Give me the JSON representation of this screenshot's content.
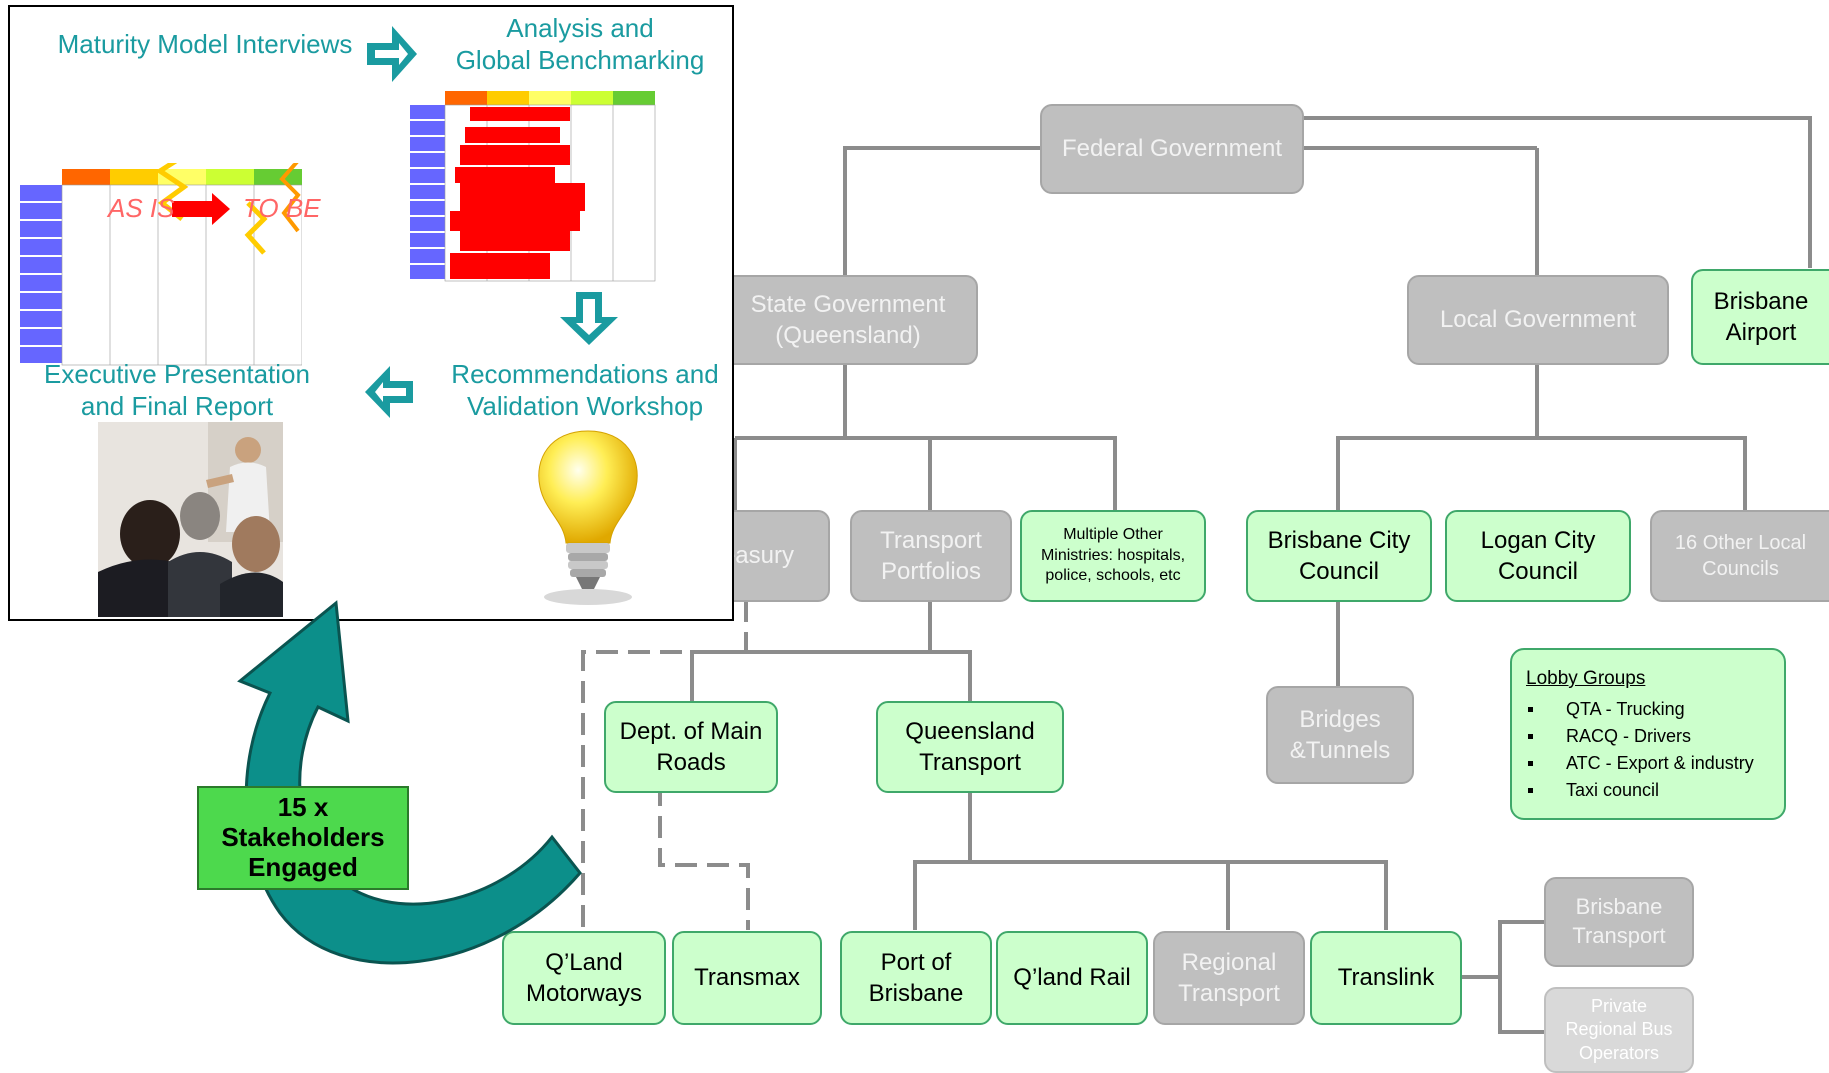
{
  "org_chart": {
    "federal": "Federal Government",
    "state": [
      "State Government",
      "(Queensland)"
    ],
    "local": "Local Government",
    "brisbane_airport": [
      "Brisbane",
      "Airport"
    ],
    "treasury": "easury",
    "transport_portfolios": [
      "Transport",
      "Portfolios"
    ],
    "other_ministries": [
      "Multiple Other",
      "Ministries: hospitals,",
      "police, schools, etc"
    ],
    "bcc": [
      "Brisbane City",
      "Council"
    ],
    "logan": [
      "Logan City",
      "Council"
    ],
    "other_councils": [
      "16 Other Local",
      "Councils"
    ],
    "bridges": [
      "Bridges",
      "&Tunnels"
    ],
    "dmr": [
      "Dept. of Main",
      "Roads"
    ],
    "qt": [
      "Queensland",
      "Transport"
    ],
    "qland_motorways": [
      "Q’Land",
      "Motorways"
    ],
    "transmax": "Transmax",
    "port": [
      "Port of",
      "Brisbane"
    ],
    "qrail": "Q’land Rail",
    "regional_transport": [
      "Regional",
      "Transport"
    ],
    "translink": "Translink",
    "brisbane_transport": [
      "Brisbane",
      "Transport"
    ],
    "private_bus": [
      "Private",
      "Regional Bus",
      "Operators"
    ]
  },
  "lobby": {
    "title": "Lobby Groups",
    "items": [
      "QTA - Trucking",
      "RACQ - Drivers",
      "ATC  - Export & industry",
      "Taxi council"
    ]
  },
  "process": {
    "step1": "Maturity Model Interviews",
    "step2": [
      "Analysis and",
      "Global Benchmarking"
    ],
    "step3": [
      "Recommendations and",
      "Validation Workshop"
    ],
    "step4": [
      "Executive Presentation",
      "and Final Report"
    ],
    "as_is": "AS IS",
    "to_be": "TO BE"
  },
  "stakeholders": [
    "15 x",
    "Stakeholders",
    "Engaged"
  ],
  "colors": {
    "green_fill": "#ccffcc",
    "gray_fill": "#bfbfbf",
    "teal": "#1a9ba0",
    "stakeholder_green": "#4dd94d"
  }
}
